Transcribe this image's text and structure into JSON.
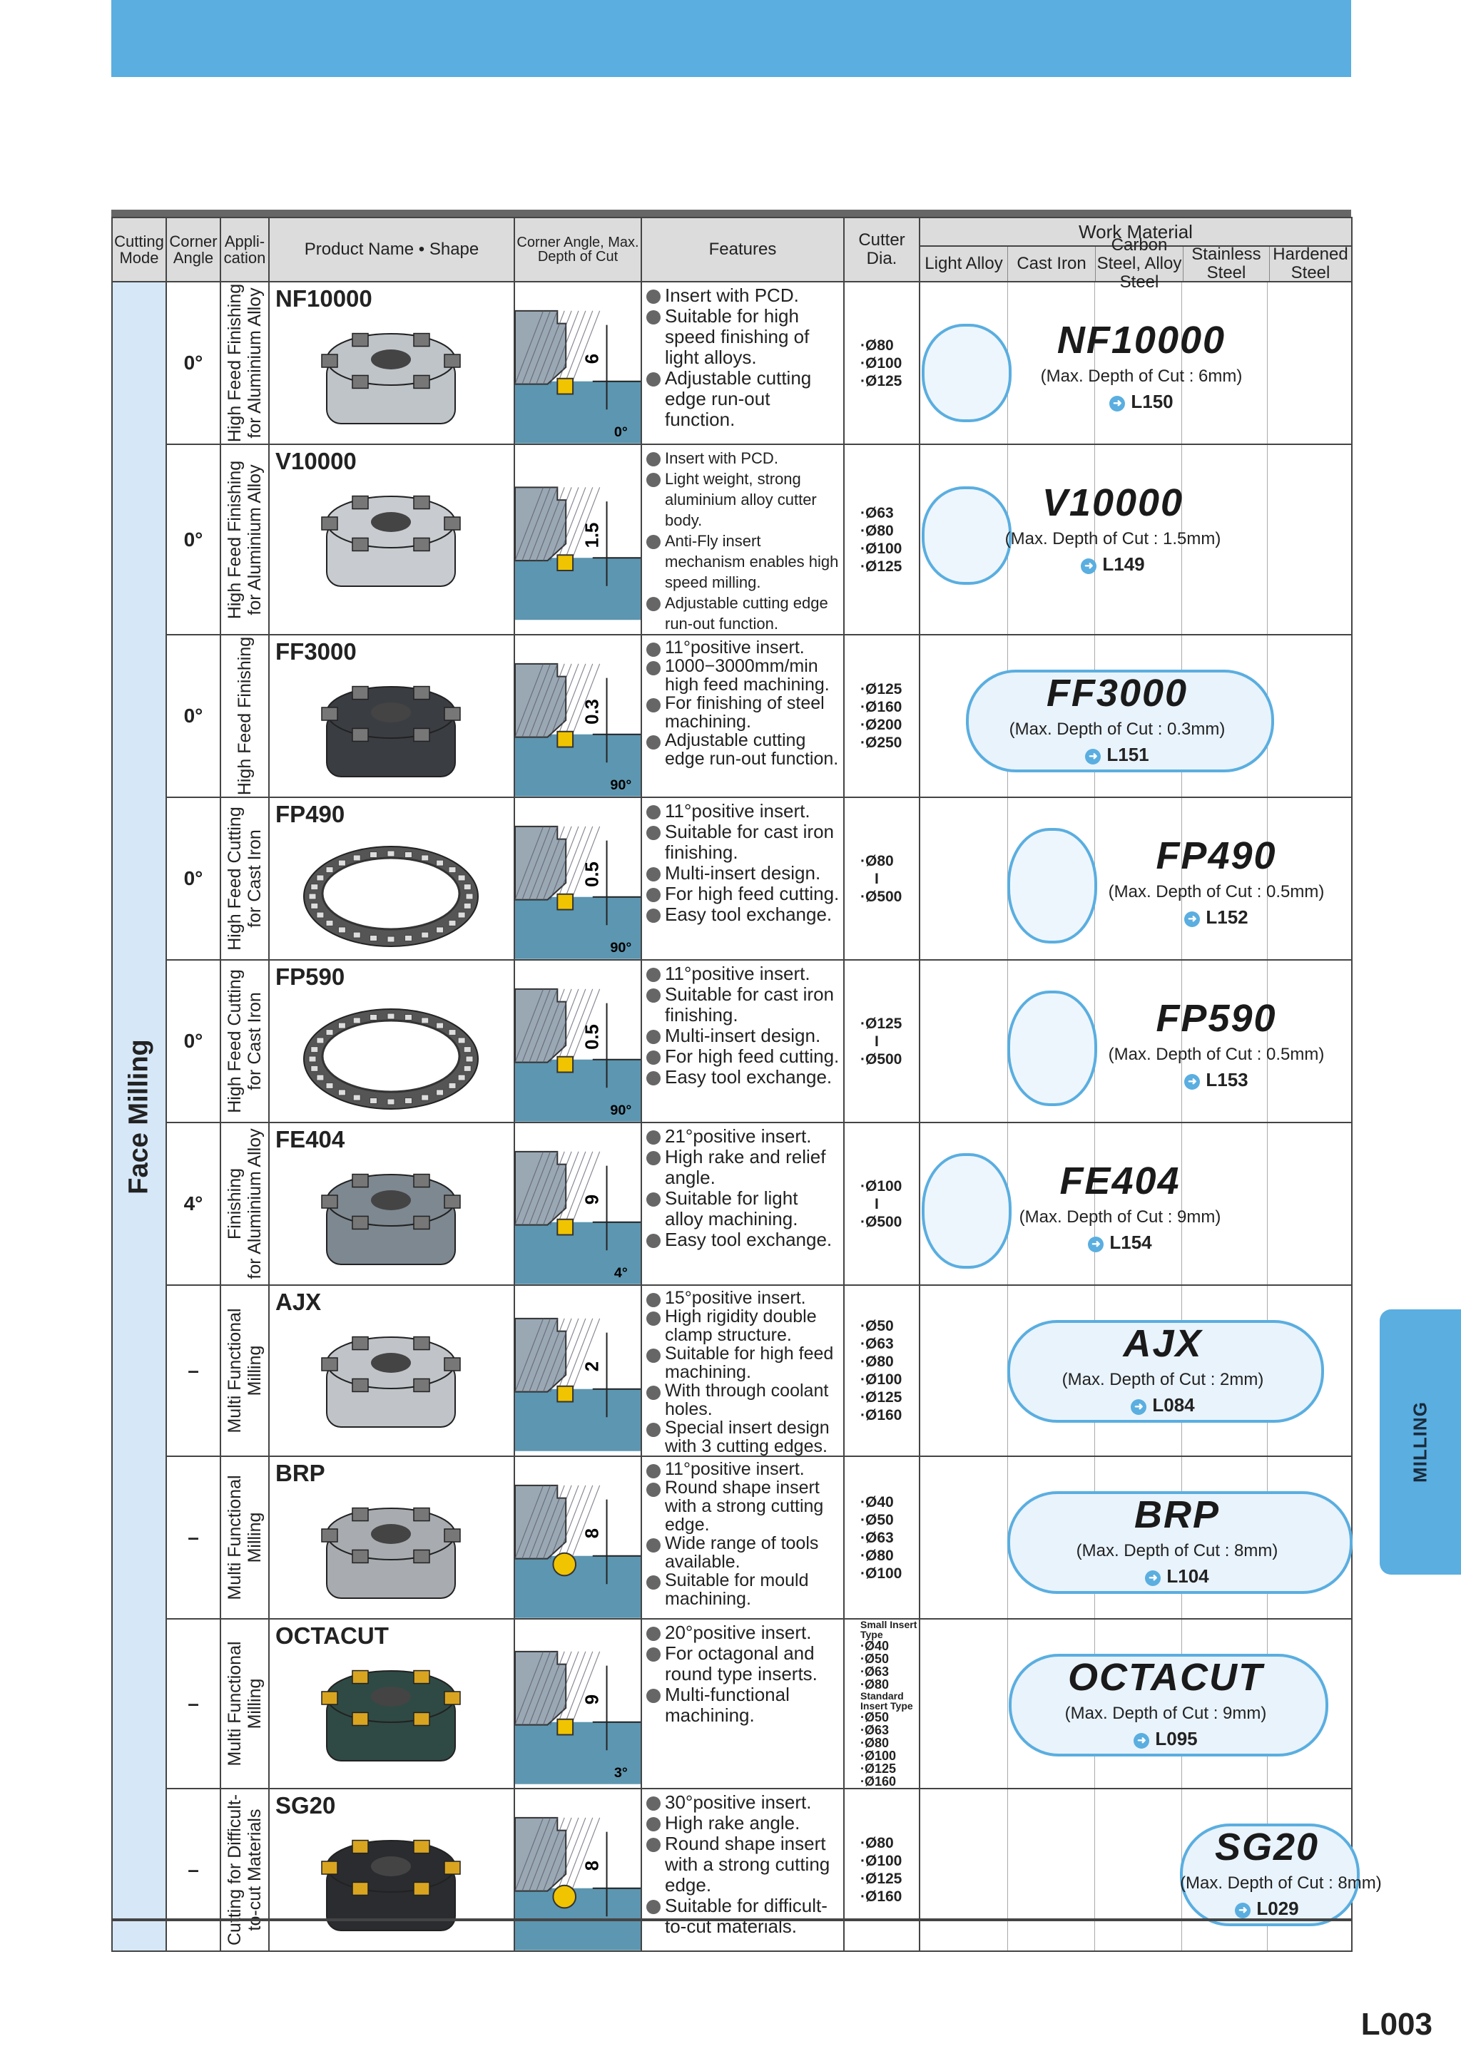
{
  "header": {
    "col_cutting_mode": "Cutting Mode",
    "col_corner_angle": "Corner Angle",
    "col_application": "Appli- cation",
    "col_product": "Product Name • Shape",
    "col_corner_depth": "Corner Angle, Max. Depth of Cut",
    "col_features": "Features",
    "col_cutter_dia": "Cutter Dia.",
    "col_work_material": "Work Material",
    "materials": [
      "Light Alloy",
      "Cast Iron",
      "Carbon Steel, Alloy Steel",
      "Stainless Steel",
      "Hardened Steel"
    ]
  },
  "cutting_mode": "Face Milling",
  "rows": [
    {
      "angle": "0°",
      "application": [
        "High Feed Finishing",
        "for Aluminium Alloy"
      ],
      "name": "NF10000",
      "features": [
        "Insert with PCD.",
        "Suitable for high speed finishing of light alloys.",
        "Adjustable cutting edge run-out function."
      ],
      "diameters": [
        "·Ø80",
        "·Ø100",
        "·Ø125"
      ],
      "depth": "6",
      "angle_label": "0°",
      "brand": "NF10000",
      "max_cut": "(Max. Depth of Cut : 6mm)",
      "page": "L150"
    },
    {
      "angle": "0°",
      "application": [
        "High Feed Finishing",
        "for Aluminium Alloy"
      ],
      "name": "V10000",
      "features": [
        "Insert with PCD.",
        "Light weight, strong aluminium alloy cutter body.",
        "Anti-Fly insert mechanism enables high speed milling.",
        "Adjustable cutting edge run-out function."
      ],
      "diameters": [
        "·Ø63",
        "·Ø80",
        "·Ø100",
        "·Ø125"
      ],
      "depth": "1.5",
      "angle_label": "",
      "brand": "V10000",
      "max_cut": "(Max. Depth of Cut : 1.5mm)",
      "page": "L149"
    },
    {
      "angle": "0°",
      "application": [
        "High Feed Finishing"
      ],
      "name": "FF3000",
      "features": [
        "11°positive insert.",
        "1000−3000mm/min high feed machining.",
        "For finishing of steel machining.",
        "Adjustable cutting edge run-out function."
      ],
      "diameters": [
        "·Ø125",
        "·Ø160",
        "·Ø200",
        "·Ø250"
      ],
      "depth": "0.3",
      "angle_label": "90°",
      "brand": "FF3000",
      "max_cut": "(Max. Depth of Cut : 0.3mm)",
      "page": "L151"
    },
    {
      "angle": "0°",
      "application": [
        "High Feed Cutting",
        "for Cast Iron"
      ],
      "name": "FP490",
      "features": [
        "11°positive insert.",
        "Suitable for cast iron finishing.",
        "Multi-insert design.",
        "For high feed cutting.",
        "Easy tool exchange."
      ],
      "diameters": [
        "·Ø80",
        "I",
        "·Ø500"
      ],
      "depth": "0.5",
      "angle_label": "90°",
      "brand": "FP490",
      "max_cut": "(Max. Depth of Cut : 0.5mm)",
      "page": "L152"
    },
    {
      "angle": "0°",
      "application": [
        "High Feed Cutting",
        "for Cast Iron"
      ],
      "name": "FP590",
      "features": [
        "11°positive insert.",
        "Suitable for cast iron finishing.",
        "Multi-insert design.",
        "For high feed cutting.",
        "Easy tool exchange."
      ],
      "diameters": [
        "·Ø125",
        "I",
        "·Ø500"
      ],
      "depth": "0.5",
      "angle_label": "90°",
      "brand": "FP590",
      "max_cut": "(Max. Depth of Cut : 0.5mm)",
      "page": "L153"
    },
    {
      "angle": "4°",
      "application": [
        "Finishing",
        "for Aluminium Alloy"
      ],
      "name": "FE404",
      "features": [
        "21°positive insert.",
        "High rake and relief angle.",
        "Suitable for light alloy machining.",
        "Easy tool exchange."
      ],
      "diameters": [
        "·Ø100",
        "I",
        "·Ø500"
      ],
      "depth": "9",
      "angle_label": "4°",
      "brand": "FE404",
      "max_cut": "(Max. Depth of Cut : 9mm)",
      "page": "L154"
    },
    {
      "angle": "–",
      "application": [
        "Multi Functional",
        "Milling"
      ],
      "name": "AJX",
      "features": [
        "15°positive insert.",
        "High rigidity double clamp structure.",
        "Suitable for high feed machining.",
        "With through coolant holes.",
        "Special insert design with 3 cutting edges."
      ],
      "diameters": [
        "·Ø50",
        "·Ø63",
        "·Ø80",
        "·Ø100",
        "·Ø125",
        "·Ø160"
      ],
      "depth": "2",
      "angle_label": "",
      "brand": "AJX",
      "max_cut": "(Max. Depth of Cut : 2mm)",
      "page": "L084"
    },
    {
      "angle": "–",
      "application": [
        "Multi Functional",
        "Milling"
      ],
      "name": "BRP",
      "features": [
        "11°positive insert.",
        "Round shape insert with a strong cutting edge.",
        "Wide range of tools available.",
        "Suitable for mould machining."
      ],
      "diameters": [
        "·Ø40",
        "·Ø50",
        "·Ø63",
        "·Ø80",
        "·Ø100"
      ],
      "depth": "8",
      "angle_label": "",
      "brand": "BRP",
      "max_cut": "(Max. Depth of Cut : 8mm)",
      "page": "L104"
    },
    {
      "angle": "–",
      "application": [
        "Multi Functional",
        "Milling"
      ],
      "name": "OCTACUT",
      "features": [
        "20°positive insert.",
        "For octagonal and round type inserts.",
        "Multi-functional machining."
      ],
      "diameters": [
        "Small Insert Type",
        "·Ø40",
        "·Ø50",
        "·Ø63",
        "·Ø80",
        "Standard Insert Type",
        "·Ø50",
        "·Ø63",
        "·Ø80",
        "·Ø100",
        "·Ø125",
        "·Ø160"
      ],
      "depth": "9",
      "angle_label": "3°",
      "brand": "OCTACUT",
      "max_cut": "(Max. Depth of Cut : 9mm)",
      "page": "L095"
    },
    {
      "angle": "–",
      "application": [
        "Cutting for Difficult-",
        "to-cut Materials"
      ],
      "name": "SG20",
      "features": [
        "30°positive insert.",
        "High rake angle.",
        "Round shape insert with a strong cutting edge.",
        "Suitable for difficult-to-cut materials."
      ],
      "diameters": [
        "·Ø80",
        "·Ø100",
        "·Ø125",
        "·Ø160"
      ],
      "depth": "8",
      "angle_label": "",
      "brand": "SG20",
      "max_cut": "(Max. Depth of Cut : 8mm)",
      "page": "L029"
    }
  ],
  "side_tab": "MILLING",
  "page_number": "L003",
  "colors": {
    "accent": "#5aaee0",
    "mode_bg": "#d6e7f8",
    "diagram_blue": "#5d96b0"
  }
}
